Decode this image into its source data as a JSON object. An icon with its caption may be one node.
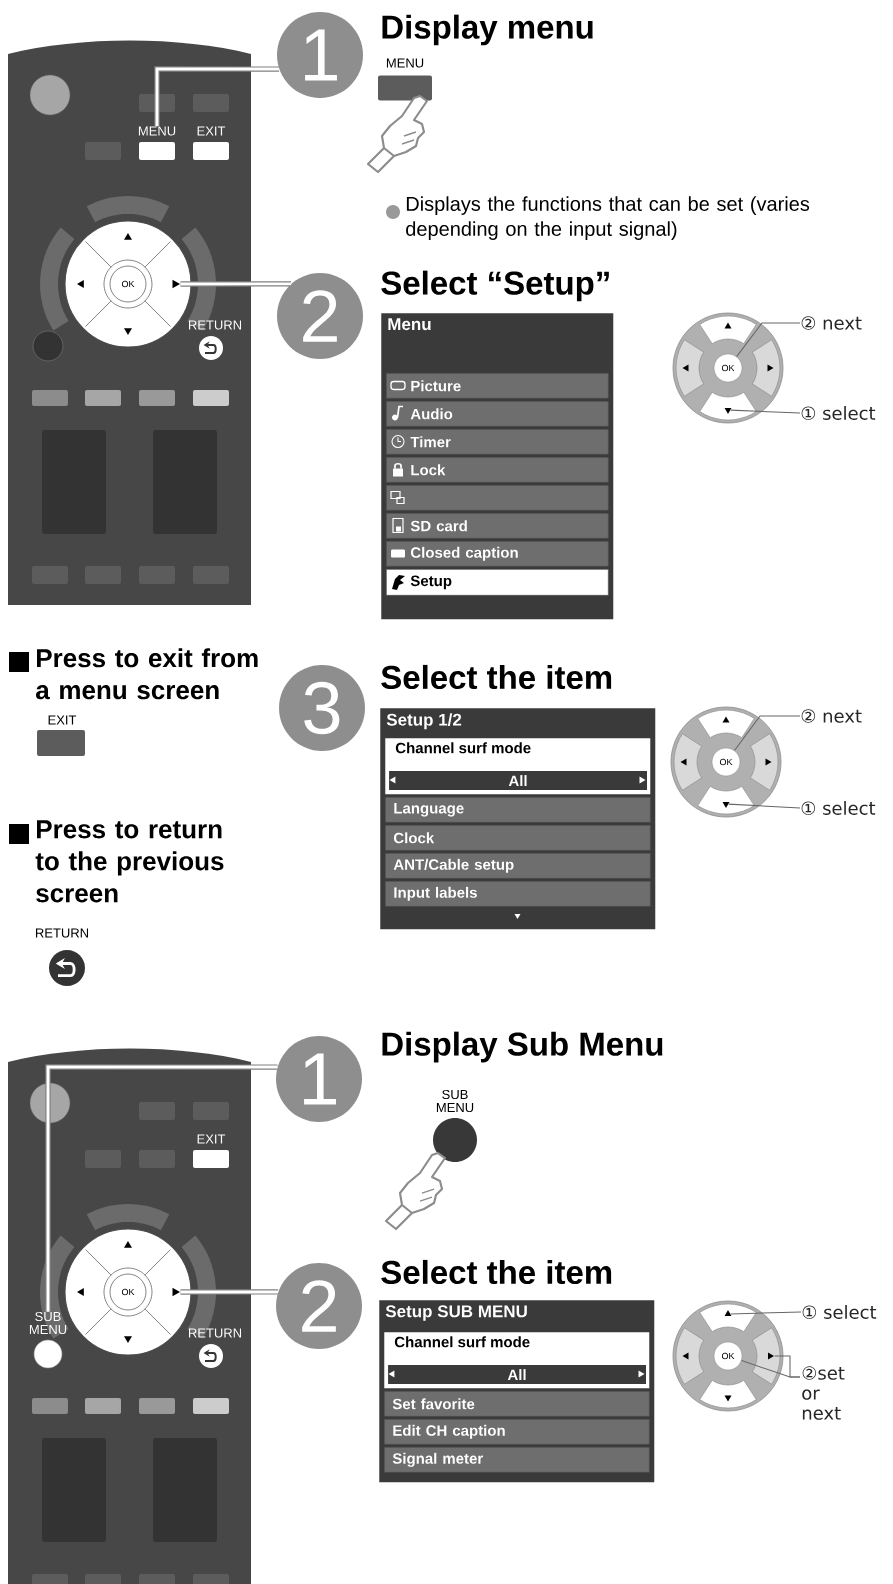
{
  "diagram": {
    "nodes": [
      {
        "text": [
          "1"
        ]
      },
      {
        "text": [
          "2"
        ]
      },
      {
        "text": [
          "3"
        ]
      },
      {
        "text": [
          "1"
        ]
      },
      {
        "text": [
          "2"
        ]
      },
      {
        "text": [
          "② next"
        ]
      },
      {
        "text": [
          "① select"
        ]
      },
      {
        "text": [
          "② next"
        ]
      },
      {
        "text": [
          "① select"
        ]
      },
      {
        "text": [
          "① select"
        ]
      },
      {
        "text": [
          "②set or next"
        ]
      },
      {
        "text": [
          "Menu"
        ]
      },
      {
        "text": [
          "Picture"
        ],
        "in": 11
      },
      {
        "text": [
          "Audio"
        ],
        "in": 11
      },
      {
        "text": [
          "Timer"
        ],
        "in": 11
      },
      {
        "text": [
          "Lock"
        ],
        "in": 11
      },
      {
        "text": [],
        "shape": "bar",
        "in": 11
      },
      {
        "text": [
          "SD card"
        ],
        "in": 11
      },
      {
        "text": [
          "Closed caption"
        ],
        "in": 11
      },
      {
        "text": [
          "Setup"
        ],
        "in": 11
      },
      {
        "text": [
          "Setup 1/2"
        ]
      },
      {
        "text": [
          "Channel surf mode"
        ],
        "in": 20
      },
      {
        "text": [
          "All"
        ],
        "in": 21
      },
      {
        "text": [
          "Language"
        ],
        "in": 20
      },
      {
        "text": [
          "Clock"
        ],
        "in": 20
      },
      {
        "text": [
          "ANT/Cable setup"
        ],
        "in": 20
      },
      {
        "text": [
          "Input labels"
        ],
        "in": 20
      },
      {
        "text": [
          "Setup SUB MENU"
        ]
      },
      {
        "text": [
          "Channel surf mode"
        ],
        "in": 27
      },
      {
        "text": [
          "All"
        ],
        "in": 28
      },
      {
        "text": [
          "Set favorite"
        ],
        "in": 27
      },
      {
        "text": [
          "Edit CH caption"
        ],
        "in": 27
      },
      {
        "text": [
          "Signal meter"
        ],
        "in": 27
      },
      {
        "text": [
          "MENU"
        ]
      },
      {
        "text": [
          "SUB MENU"
        ]
      },
      {
        "text": [
          "OK"
        ]
      },
      {
        "text": [
          "OK"
        ]
      },
      {
        "text": [
          "OK"
        ]
      },
      {
        "text": [],
        "shape": "triangle"
      },
      {
        "text": [],
        "shape": "triangle"
      },
      {
        "text": [],
        "shape": "triangle"
      },
      {
        "text": [],
        "shape": "triangle"
      },
      {
        "text": [],
        "shape": "triangle"
      },
      {
        "text": [],
        "shape": "triangle"
      }
    ],
    "edges": [
      {
        "from": 33,
        "to": 0,
        "arrow": "none",
        "style": "thick"
      },
      {
        "from": 38,
        "to": 1,
        "arrow": "none",
        "style": "thick"
      },
      {
        "from": 5,
        "to": 35,
        "arrow": "none"
      },
      {
        "from": 6,
        "to": 40,
        "arrow": "none"
      },
      {
        "from": 7,
        "to": 36,
        "arrow": "none"
      },
      {
        "from": 8,
        "to": 41,
        "arrow": "none"
      },
      {
        "from": 34,
        "to": 3,
        "arrow": "none",
        "style": "thick"
      },
      {
        "from": 39,
        "to": 4,
        "arrow": "none",
        "style": "thick"
      },
      {
        "from": 9,
        "to": 42,
        "arrow": "none"
      },
      {
        "from": 10,
        "to": 37,
        "arrow": "none"
      },
      {
        "from": 10,
        "to": 43,
        "arrow": "none"
      }
    ],
    "labels": [
      "Display menu",
      "MENU",
      "Displays the functions that can be set (varies depending on the input signal)",
      "Select “Setup”",
      "EXIT",
      "OK",
      "RETURN",
      "Press to exit from a menu screen",
      "EXIT",
      "Select the item",
      "Press to return to the previous screen",
      "RETURN",
      "Display Sub Menu",
      "SUB MENU",
      "EXIT",
      "OK",
      "RETURN",
      "Select the item"
    ]
  }
}
